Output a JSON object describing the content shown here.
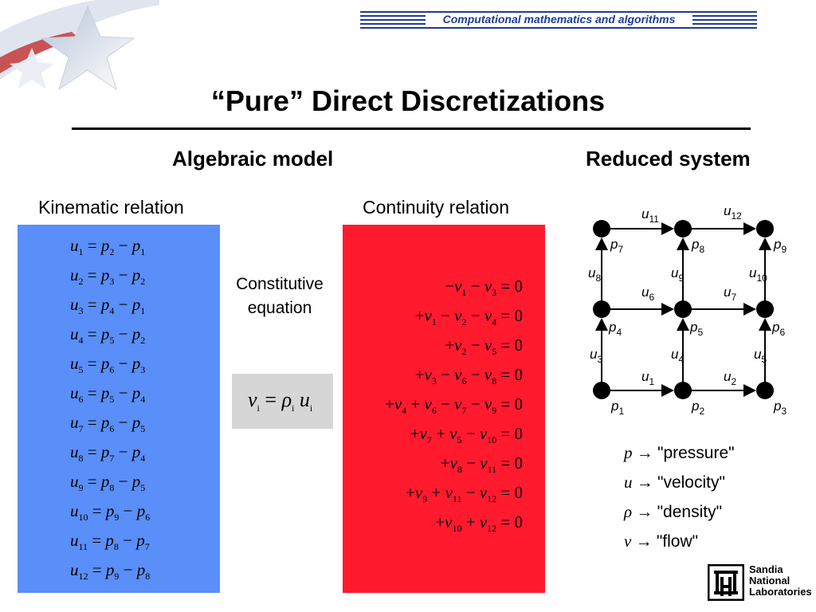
{
  "header": {
    "banner": "Computational mathematics and algorithms"
  },
  "slide": {
    "title": "“Pure” Direct Discretizations",
    "left_heading": "Algebraic model",
    "right_heading": "Reduced system",
    "kinematic_label": "Kinematic relation",
    "continuity_label": "Continuity relation",
    "constitutive_label": "Constitutive equation"
  },
  "kinematic_equations": [
    "u1 = p2 − p1",
    "u2 = p3 − p2",
    "u3 = p4 − p1",
    "u4 = p5 − p2",
    "u5 = p6 − p3",
    "u6 = p5 − p4",
    "u7 = p6 − p5",
    "u8 = p7 − p4",
    "u9 = p8 − p5",
    "u10 = p9 − p6",
    "u11 = p8 − p7",
    "u12 = p9 − p8"
  ],
  "constitutive_equation": "vi = ρi ui",
  "continuity_equations": [
    "−v1 − v3 = 0",
    "+v1 − v2 − v4 = 0",
    "+v2 − v5 = 0",
    "+v3 − v6 − v8 = 0",
    "+v4 + v6 − v7 − v9 = 0",
    "+v7 + v5 − v10 = 0",
    "+v8 − v11 = 0",
    "+v9 + v11 − v12 = 0",
    "+v10 + v12 = 0"
  ],
  "graph": {
    "node_labels": [
      "p1",
      "p2",
      "p3",
      "p4",
      "p5",
      "p6",
      "p7",
      "p8",
      "p9"
    ],
    "edge_labels": [
      "u1",
      "u2",
      "u3",
      "u4",
      "u5",
      "u6",
      "u7",
      "u8",
      "u9",
      "u10",
      "u11",
      "u12"
    ]
  },
  "legend": [
    {
      "symbol": "p",
      "meaning": "\"pressure\""
    },
    {
      "symbol": "u",
      "meaning": "\"velocity\""
    },
    {
      "symbol": "ρ",
      "meaning": "\"density\""
    },
    {
      "symbol": "v",
      "meaning": "\"flow\""
    }
  ],
  "logo": {
    "text": [
      "Sandia",
      "National",
      "Laboratories"
    ]
  },
  "colors": {
    "blue_box": "#5a8ef8",
    "red_box": "#ff1a2e",
    "gray_box": "#d6d6d6",
    "banner": "#1f3a9a"
  }
}
